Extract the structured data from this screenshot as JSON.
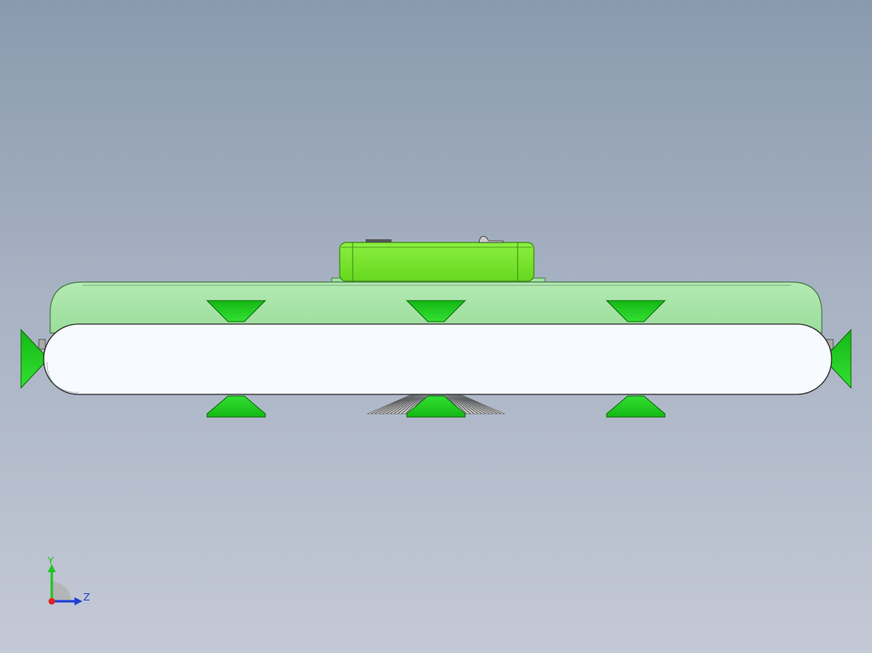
{
  "viewport": {
    "background_top": "#8a9aae",
    "background_bottom": "#c4c9d6"
  },
  "model": {
    "colors": {
      "top_box": "#7ae830",
      "top_box_edge": "#3d8a12",
      "housing": "#a4e4a4",
      "housing_edge": "#4a7a4a",
      "roller": "#f7fbff",
      "roller_edge": "#2a2a2a",
      "suction_cup": "#22d522",
      "suction_cup_dark": "#119911",
      "brush": "#d8d8d8",
      "brush_edge": "#555555"
    },
    "parts": [
      "top-box",
      "housing",
      "roller",
      "suction-cups",
      "brush-assembly"
    ]
  },
  "triad": {
    "y_label": "Y",
    "z_label": "Z",
    "colors": {
      "y_axis": "#1fc41f",
      "z_axis": "#1f3fd6",
      "x_axis": "#e02020"
    }
  }
}
